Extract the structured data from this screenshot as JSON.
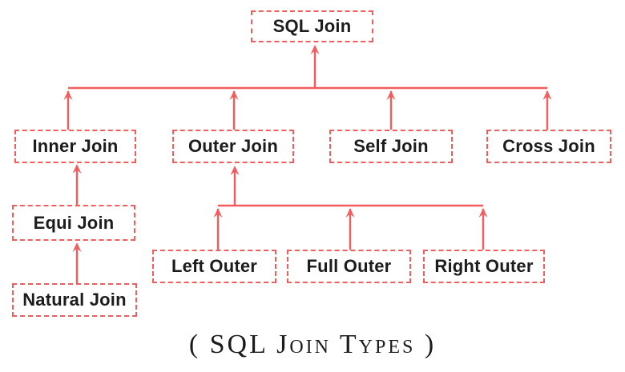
{
  "diagram": {
    "title": "( SQL Join Types )",
    "accent_color": "#f25c5c",
    "text_color": "#1c1c1c",
    "nodes": {
      "root": {
        "label": "SQL Join"
      },
      "inner": {
        "label": "Inner Join"
      },
      "outer": {
        "label": "Outer Join"
      },
      "self": {
        "label": "Self Join"
      },
      "cross": {
        "label": "Cross Join"
      },
      "equi": {
        "label": "Equi Join"
      },
      "natural": {
        "label": "Natural Join"
      },
      "left_outer": {
        "label": "Left Outer"
      },
      "full_outer": {
        "label": "Full Outer"
      },
      "right_outer": {
        "label": "Right Outer"
      }
    },
    "edges": [
      {
        "from": "Inner Join",
        "to": "SQL Join"
      },
      {
        "from": "Outer Join",
        "to": "SQL Join"
      },
      {
        "from": "Self Join",
        "to": "SQL Join"
      },
      {
        "from": "Cross Join",
        "to": "SQL Join"
      },
      {
        "from": "Equi Join",
        "to": "Inner Join"
      },
      {
        "from": "Natural Join",
        "to": "Equi Join"
      },
      {
        "from": "Left Outer",
        "to": "Outer Join"
      },
      {
        "from": "Full Outer",
        "to": "Outer Join"
      },
      {
        "from": "Right Outer",
        "to": "Outer Join"
      }
    ]
  }
}
